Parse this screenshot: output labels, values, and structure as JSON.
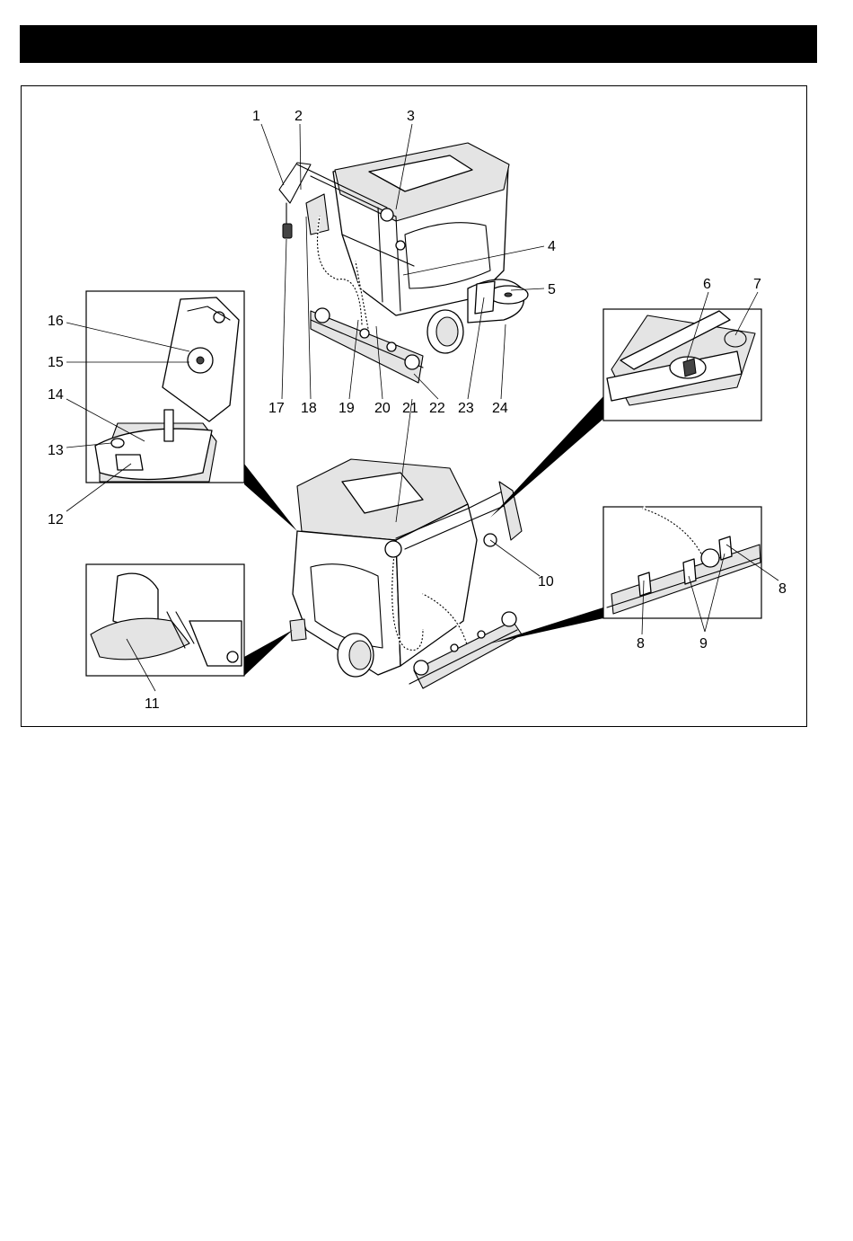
{
  "callouts": [
    {
      "id": "1",
      "text": "1"
    },
    {
      "id": "2",
      "text": "2"
    },
    {
      "id": "3",
      "text": "3"
    },
    {
      "id": "4",
      "text": "4"
    },
    {
      "id": "5",
      "text": "5"
    },
    {
      "id": "6",
      "text": "6"
    },
    {
      "id": "7",
      "text": "7"
    },
    {
      "id": "8a",
      "text": "8"
    },
    {
      "id": "8b",
      "text": "8"
    },
    {
      "id": "9",
      "text": "9"
    },
    {
      "id": "10",
      "text": "10"
    },
    {
      "id": "11",
      "text": "11"
    },
    {
      "id": "12",
      "text": "12"
    },
    {
      "id": "13",
      "text": "13"
    },
    {
      "id": "14",
      "text": "14"
    },
    {
      "id": "15",
      "text": "15"
    },
    {
      "id": "16",
      "text": "16"
    },
    {
      "id": "17",
      "text": "17"
    },
    {
      "id": "18",
      "text": "18"
    },
    {
      "id": "19",
      "text": "19"
    },
    {
      "id": "20",
      "text": "20"
    },
    {
      "id": "21",
      "text": "21"
    },
    {
      "id": "22",
      "text": "22"
    },
    {
      "id": "23",
      "text": "23"
    },
    {
      "id": "24",
      "text": "24"
    }
  ]
}
